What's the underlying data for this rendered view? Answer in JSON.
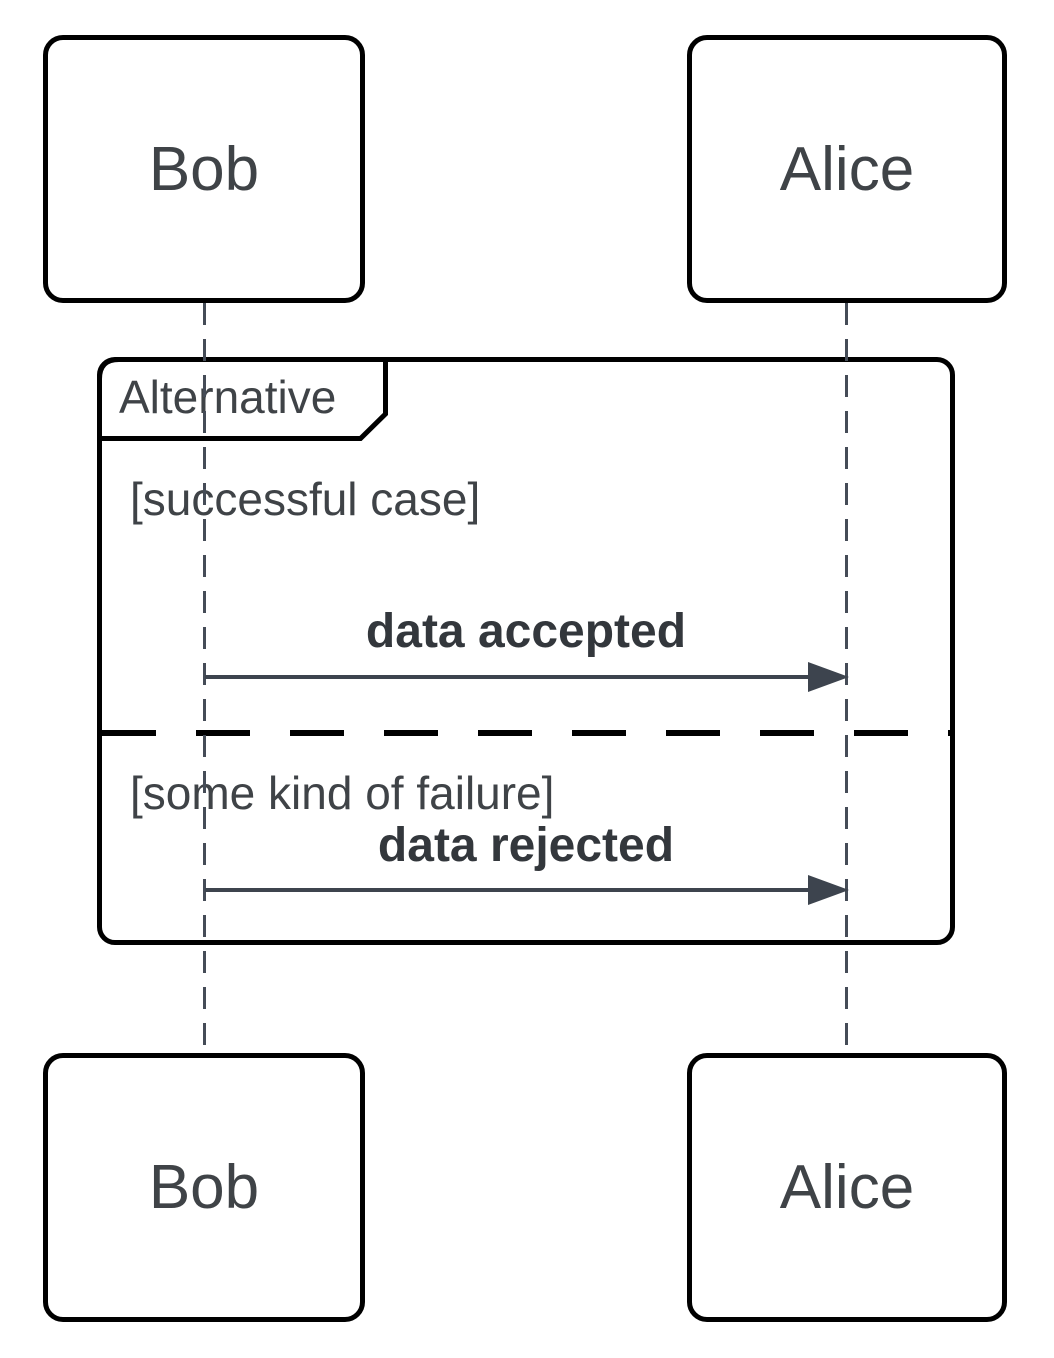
{
  "colors": {
    "background": "#ffffff",
    "border": "#000000",
    "text": "#3f4347",
    "message-text": "#33373c",
    "lifeline": "#454c57",
    "arrow": "#3d444e"
  },
  "diagram_type": "uml-sequence-diagram",
  "actors": [
    {
      "label": "Bob"
    },
    {
      "label": "Alice"
    }
  ],
  "frame": {
    "label": "Alternative",
    "branches": [
      {
        "guard": "[successful case]",
        "message": "data accepted",
        "from": "Bob",
        "to": "Alice"
      },
      {
        "guard": "[some kind of failure]",
        "message": "data rejected",
        "from": "Bob",
        "to": "Alice"
      }
    ]
  }
}
